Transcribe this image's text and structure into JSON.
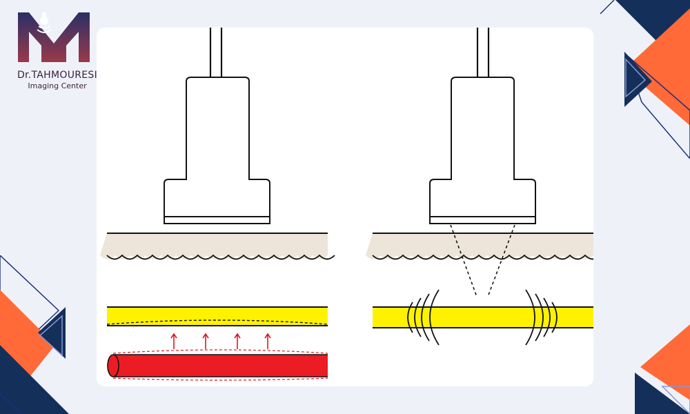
{
  "logo": {
    "name": "Dr.TAHMOURESI",
    "subtitle": "Imaging Center"
  },
  "colors": {
    "background": "#eef2f8",
    "card": "#ffffff",
    "navy": "#14305a",
    "orange": "#ff6a38",
    "outline": "#1e2f7a",
    "skin": "#ede4da",
    "tendon": "#fff200",
    "vessel": "#ec1c24",
    "stroke": "#111111"
  },
  "diagram": {
    "left_panel": {
      "probe": "transducer",
      "layers": [
        "skin",
        "tendon",
        "blood-vessel"
      ],
      "arrows": 4,
      "arrow_direction": "up"
    },
    "right_panel": {
      "probe": "transducer",
      "beam": "focused",
      "layers": [
        "skin",
        "tendon"
      ],
      "wave_arcs_per_side": 4
    }
  }
}
